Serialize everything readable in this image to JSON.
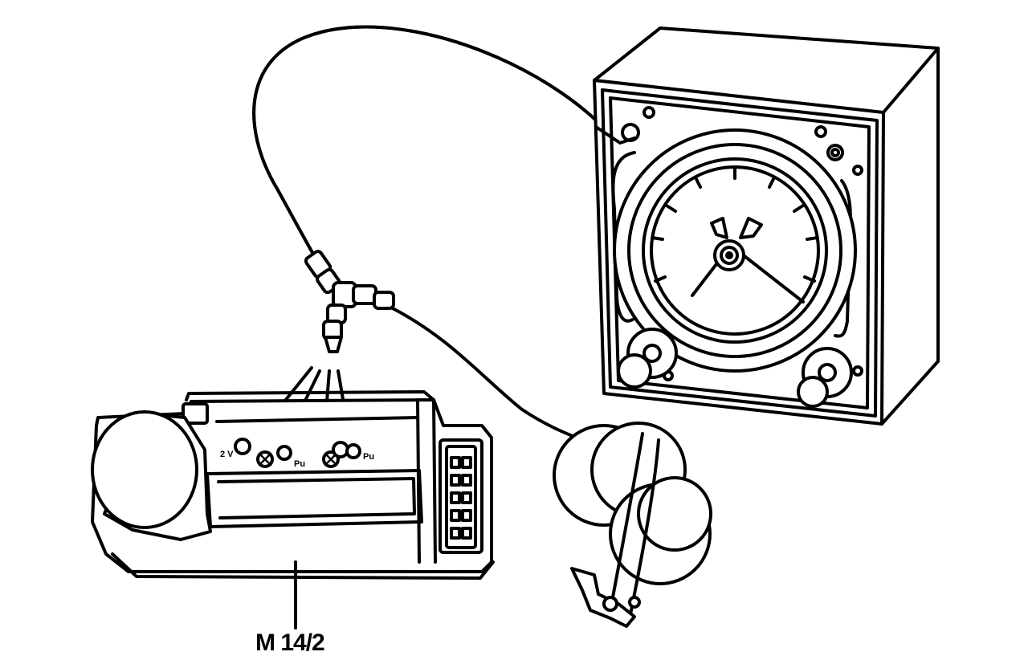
{
  "part_label": "M 14/2",
  "port_labels": {
    "port_2v": "2 V",
    "port_pu_left": "Pu",
    "port_pu_right": "Pu"
  }
}
